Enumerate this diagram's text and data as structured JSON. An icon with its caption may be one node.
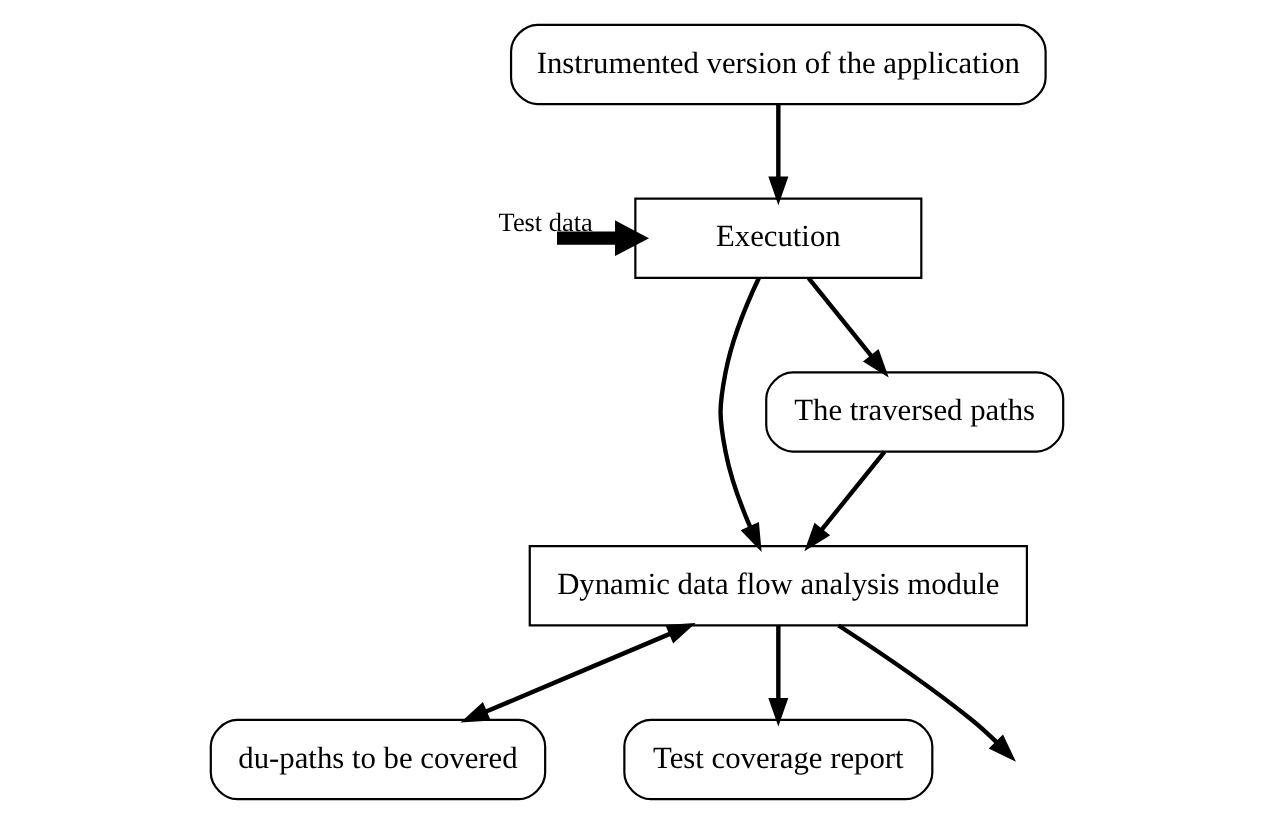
{
  "diagram": {
    "nodes": [
      {
        "text": [
          "Instrumented version of the application"
        ]
      },
      {
        "text": [
          "Execution"
        ]
      },
      {
        "text": [
          "Dynamic data flow analysis module"
        ]
      },
      {
        "text": [
          "The traversed paths"
        ]
      },
      {
        "text": [
          "du-paths to be covered"
        ]
      },
      {
        "text": [
          "Test coverage report"
        ]
      }
    ],
    "edges": [
      {
        "from": 0,
        "to": 1,
        "arrow": "to"
      },
      {
        "from": null,
        "to": 1,
        "arrow": "to",
        "label": "Test data",
        "style": "thick"
      },
      {
        "from": 1,
        "to": 2,
        "arrow": "to"
      },
      {
        "from": 1,
        "to": 3,
        "arrow": "to"
      },
      {
        "from": 3,
        "to": 2,
        "arrow": "to"
      },
      {
        "from": 2,
        "to": 4,
        "arrow": "both"
      },
      {
        "from": 2,
        "to": 5,
        "arrow": "to"
      },
      {
        "from": 2,
        "to": null,
        "arrow": "to"
      }
    ]
  }
}
